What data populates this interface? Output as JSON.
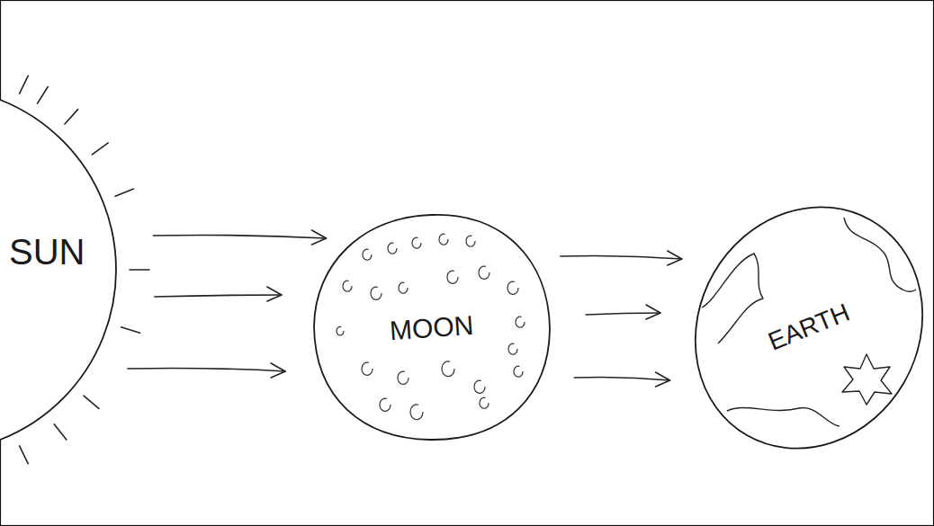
{
  "diagram": {
    "nodes": [
      {
        "text": [
          "SUN"
        ]
      },
      {
        "text": [
          "MOON"
        ]
      },
      {
        "text": [
          "EARTH"
        ]
      }
    ],
    "edges": [
      {
        "from": 0,
        "to": 1,
        "arrow": "to"
      },
      {
        "from": 0,
        "to": 1,
        "arrow": "to"
      },
      {
        "from": 0,
        "to": 1,
        "arrow": "to"
      },
      {
        "from": 1,
        "to": 2,
        "arrow": "to"
      },
      {
        "from": 1,
        "to": 2,
        "arrow": "to"
      },
      {
        "from": 1,
        "to": 2,
        "arrow": "to"
      }
    ]
  }
}
